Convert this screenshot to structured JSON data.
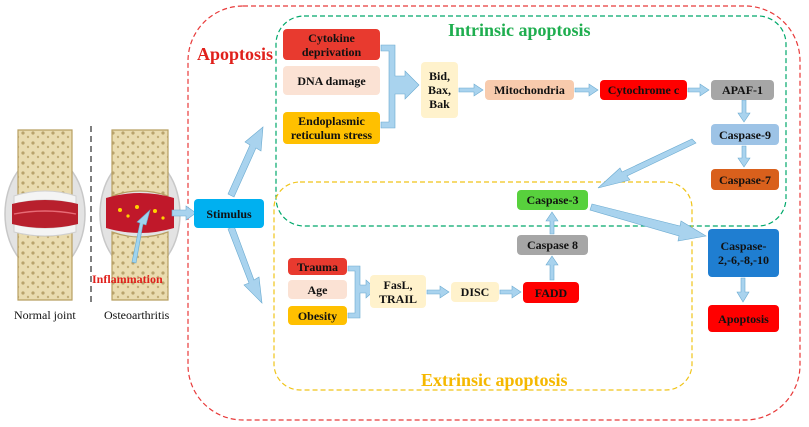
{
  "labels": {
    "apoptosis": "Apoptosis",
    "intrinsic": "Intrinsic apoptosis",
    "extrinsic": "Extrinsic apoptosis",
    "inflammation": "Inflammation",
    "normal_joint": "Normal joint",
    "osteoarthritis": "Osteoarthritis"
  },
  "nodes": {
    "stimulus": "Stimulus",
    "cytokine": "Cytokine deprivation",
    "dna": "DNA damage",
    "er_stress": "Endoplasmic reticulum stress",
    "bid": "Bid, Bax, Bak",
    "mito": "Mitochondria",
    "cytc": "Cytochrome c",
    "apaf": "APAF-1",
    "casp9": "Caspase-9",
    "casp7": "Caspase-7",
    "casp3": "Caspase-3",
    "casp8": "Caspase 8",
    "casp_multi": "Caspase-2,-6,-8,-10",
    "apoptosis_out": "Apoptosis",
    "trauma": "Trauma",
    "age": "Age",
    "obesity": "Obesity",
    "fasl": "FasL, TRAIL",
    "disc": "DISC",
    "fadd": "FADD"
  },
  "colors": {
    "red_box": "#e83a2f",
    "bright_red": "#ff0000",
    "peach": "#fbe2d4",
    "yellow": "#ffc000",
    "cream": "#fff2cc",
    "salmon": "#f8cbad",
    "gray": "#a6a6a6",
    "light_blue": "#9dc3e6",
    "orange": "#d9601c",
    "green": "#58d13d",
    "blue": "#1f7ed1",
    "cyan": "#00b0f0",
    "arrow": "#a9d3ee",
    "outer_border": "#e83a3a",
    "intrinsic_border": "#00a86b",
    "extrinsic_border": "#f0c419"
  }
}
